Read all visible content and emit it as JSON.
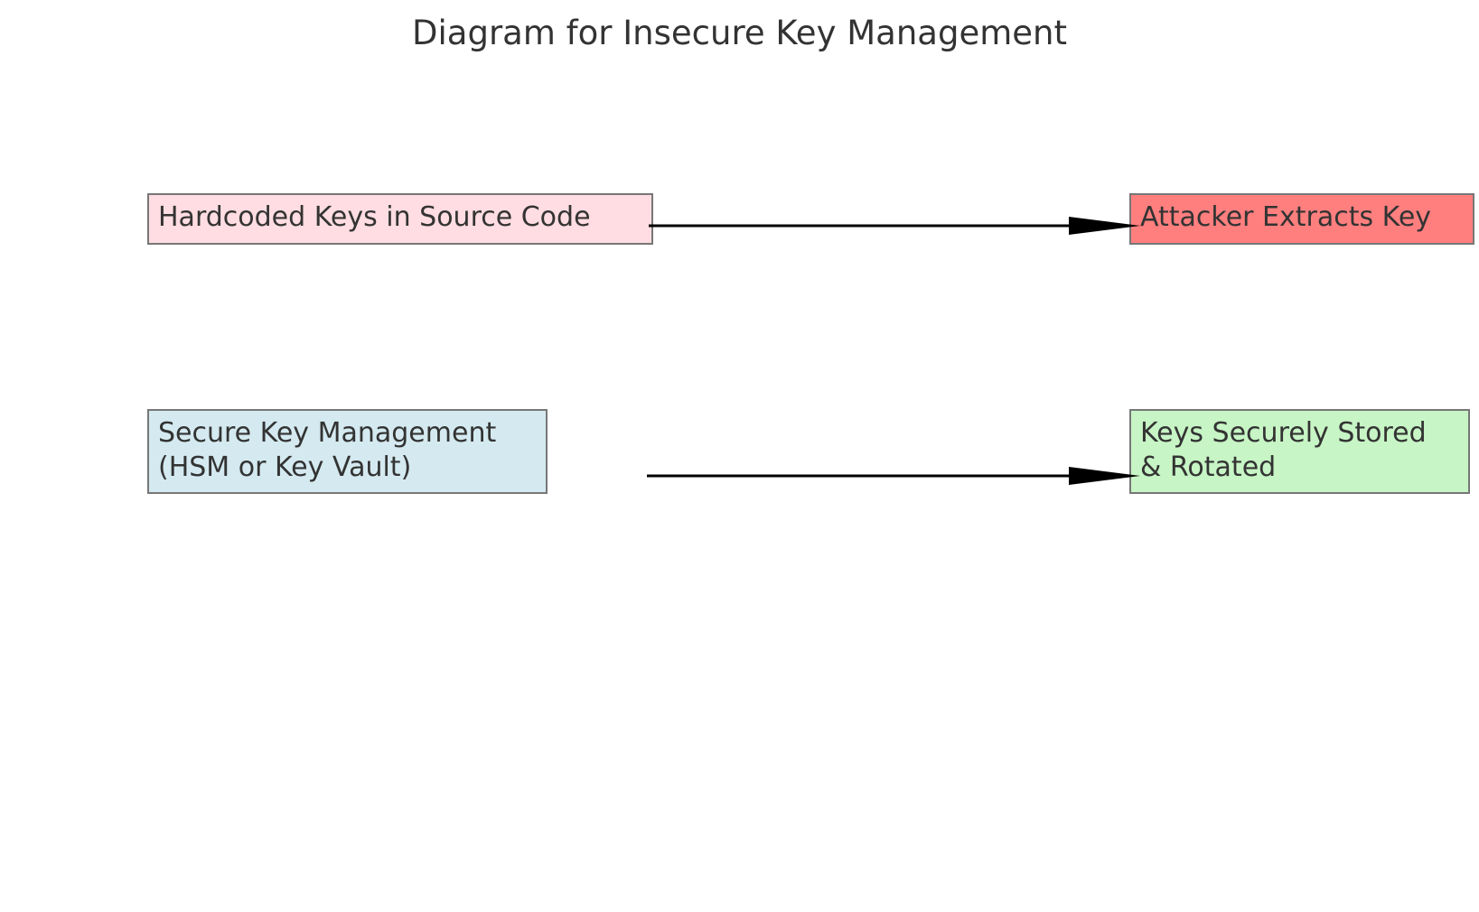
{
  "diagram": {
    "title": "Diagram for Insecure Key Management",
    "nodes": [
      {
        "id": "hardcoded",
        "lines": [
          "Hardcoded Keys in Source Code"
        ],
        "fill": "#ffdde2"
      },
      {
        "id": "secure",
        "lines": [
          "Secure Key Management",
          "(HSM or Key Vault)"
        ],
        "fill": "#d4eaf0"
      },
      {
        "id": "attacker",
        "lines": [
          "Attacker Extracts Key"
        ],
        "fill": "#ff7f7f"
      },
      {
        "id": "stored",
        "lines": [
          "Keys Securely Stored",
          "& Rotated"
        ],
        "fill": "#c7f5c5"
      }
    ],
    "edges": [
      {
        "from": "hardcoded",
        "to": "attacker"
      },
      {
        "from": "secure",
        "to": "stored"
      }
    ],
    "colors": {
      "border": "#777777",
      "text": "#333333",
      "arrow": "#000000"
    }
  }
}
